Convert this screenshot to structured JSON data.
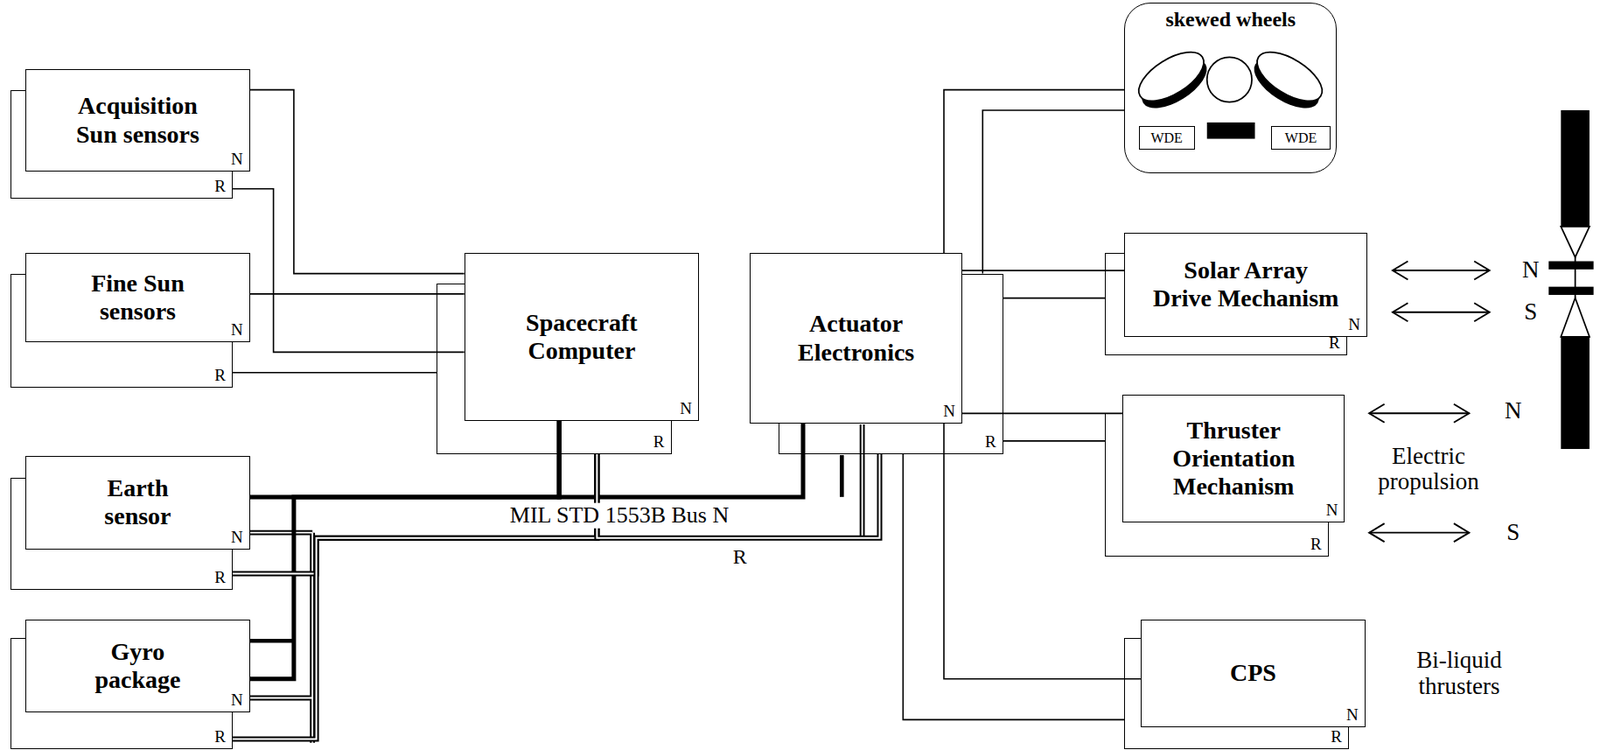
{
  "diagram": {
    "nodes": [
      {
        "text": [
          "Acquisition Sun sensors",
          "N"
        ]
      },
      {
        "text": [
          "R"
        ]
      },
      {
        "text": [
          "Fine Sun sensors",
          "N"
        ]
      },
      {
        "text": [
          "R"
        ]
      },
      {
        "text": [
          "Earth sensor",
          "N"
        ]
      },
      {
        "text": [
          "R"
        ]
      },
      {
        "text": [
          "Gyro package",
          "N"
        ]
      },
      {
        "text": [
          "R"
        ]
      },
      {
        "text": [
          "Spacecraft Computer",
          "N"
        ]
      },
      {
        "text": [
          "R"
        ]
      },
      {
        "text": [
          "Actuator Electronics",
          "N"
        ]
      },
      {
        "text": [
          "R"
        ]
      },
      {
        "text": [
          "skewed wheels"
        ]
      },
      {
        "text": [
          "WDE"
        ],
        "in": 12
      },
      {
        "text": [
          "WDE"
        ],
        "in": 12
      },
      {
        "text": [
          "Solar Array Drive Mechanism",
          "N"
        ]
      },
      {
        "text": [
          "R"
        ]
      },
      {
        "text": [
          "Thruster Orientation Mechanism",
          "N"
        ]
      },
      {
        "text": [
          "R"
        ]
      },
      {
        "text": [
          "CPS",
          "N"
        ]
      },
      {
        "text": [
          "R"
        ]
      }
    ],
    "edges": [
      {
        "from": 0,
        "to": 8,
        "arrow": "none"
      },
      {
        "from": 1,
        "to": 8,
        "arrow": "none"
      },
      {
        "from": 2,
        "to": 8,
        "arrow": "none"
      },
      {
        "from": 3,
        "to": 9,
        "arrow": "none"
      },
      {
        "from": 4,
        "to": 8,
        "arrow": "none"
      },
      {
        "from": 6,
        "to": 8,
        "arrow": "none"
      },
      {
        "from": 5,
        "to": 9,
        "arrow": "none"
      },
      {
        "from": 7,
        "to": 9,
        "arrow": "none"
      },
      {
        "from": 8,
        "to": 10,
        "arrow": "none"
      },
      {
        "from": 9,
        "to": 11,
        "arrow": "none"
      },
      {
        "from": 10,
        "to": 12,
        "arrow": "none"
      },
      {
        "from": 11,
        "to": 12,
        "arrow": "none"
      },
      {
        "from": 10,
        "to": 15,
        "arrow": "none"
      },
      {
        "from": 11,
        "to": 16,
        "arrow": "none"
      },
      {
        "from": 10,
        "to": 17,
        "arrow": "none"
      },
      {
        "from": 11,
        "to": 18,
        "arrow": "none"
      },
      {
        "from": 10,
        "to": 19,
        "arrow": "none"
      },
      {
        "from": 11,
        "to": 20,
        "arrow": "none"
      }
    ],
    "labels": [
      "N",
      "S",
      "N",
      "Electric propulsion",
      "S",
      "Bi-liquid thrusters",
      "MIL STD 1553B Bus N",
      "R"
    ]
  }
}
